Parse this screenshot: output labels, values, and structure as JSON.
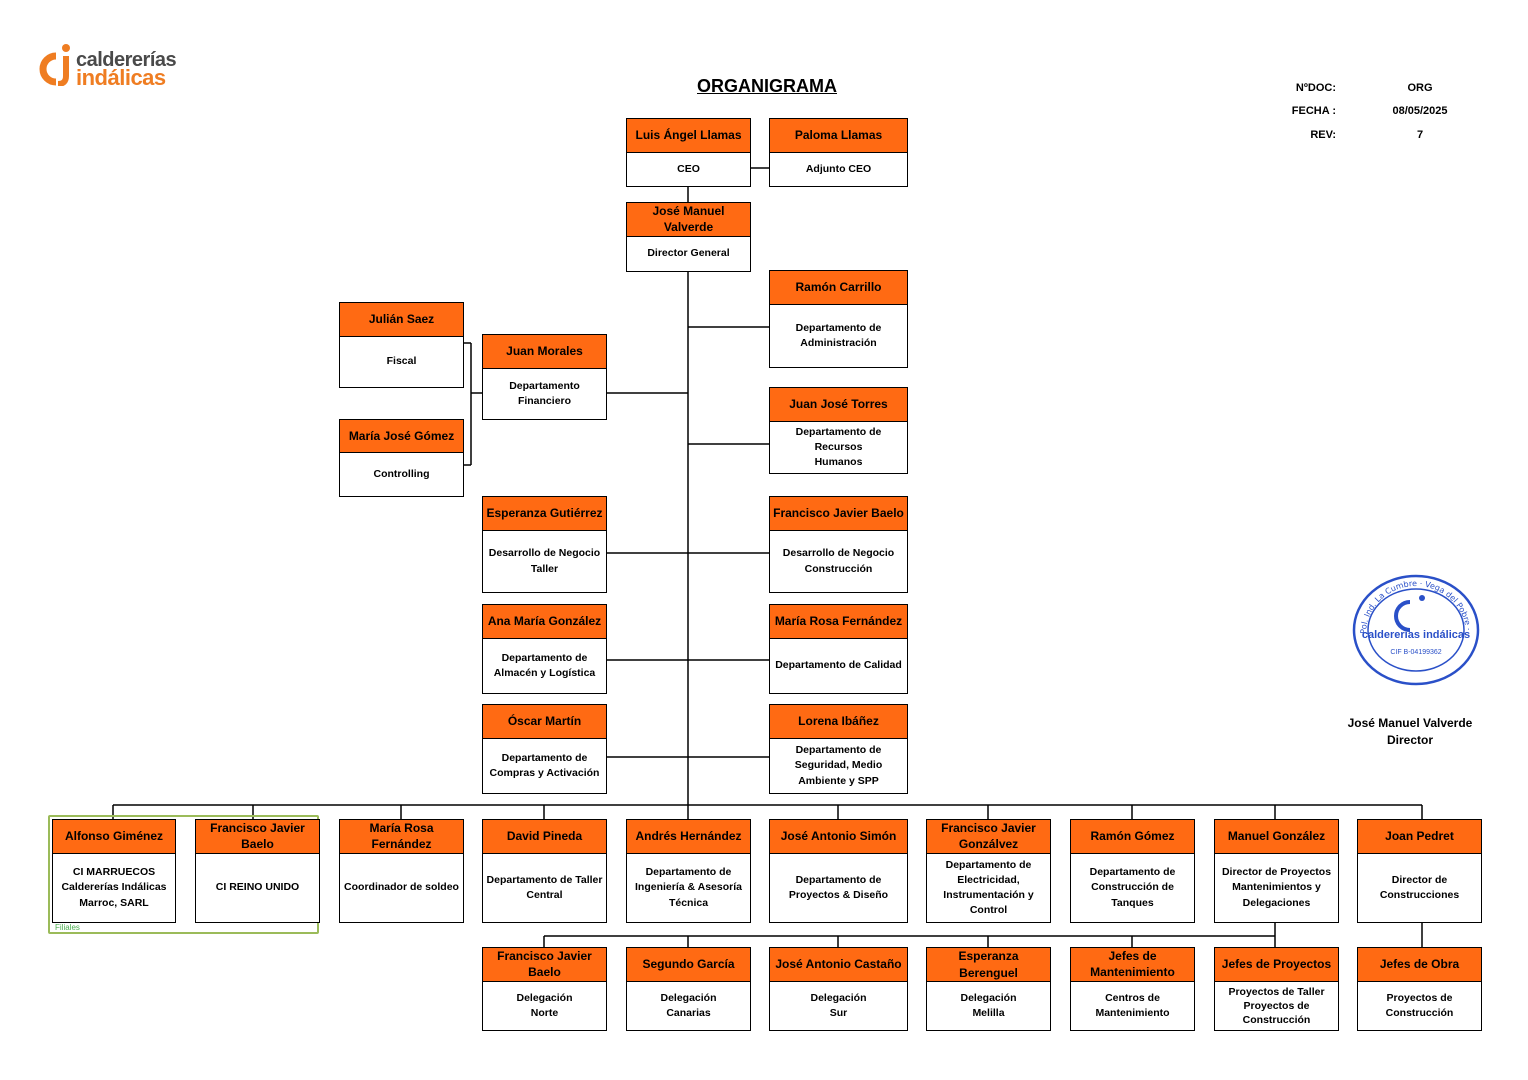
{
  "logo": {
    "word1": "caldererías",
    "word2": "indálicas"
  },
  "title": "ORGANIGRAMA",
  "doc_meta": [
    {
      "label": "NºDOC:",
      "value": "ORG"
    },
    {
      "label": "FECHA :",
      "value": "08/05/2025"
    },
    {
      "label": "REV:",
      "value": "7"
    }
  ],
  "nodes": {
    "ceo": {
      "name": "Luis Ángel Llamas",
      "role": "CEO"
    },
    "adjunto": {
      "name": "Paloma Llamas",
      "role": "Adjunto CEO"
    },
    "dg": {
      "name": "José Manuel\nValverde",
      "role": "Director General"
    },
    "fiscal": {
      "name": "Julián Saez",
      "role": "Fiscal"
    },
    "controlling": {
      "name": "María José Gómez",
      "role": "Controlling"
    },
    "financiero": {
      "name": "Juan Morales",
      "role": "Departamento\nFinanciero"
    },
    "administracion": {
      "name": "Ramón Carrillo",
      "role": "Departamento de\nAdministración"
    },
    "rrhh": {
      "name": "Juan José Torres",
      "role": "Departamento de Recursos\nHumanos"
    },
    "dn_taller": {
      "name": "Esperanza Gutiérrez",
      "role": "Desarrollo de Negocio\nTaller"
    },
    "dn_construccion": {
      "name": "Francisco Javier Baelo",
      "role": "Desarrollo de Negocio\nConstrucción"
    },
    "almacen": {
      "name": "Ana María González",
      "role": "Departamento de\nAlmacén y Logística"
    },
    "calidad": {
      "name": "María Rosa Fernández",
      "role": "Departamento de Calidad"
    },
    "compras": {
      "name": "Óscar Martín",
      "role": "Departamento de\nCompras y Activación"
    },
    "seguridad": {
      "name": "Lorena Ibáñez",
      "role": "Departamento de\nSeguridad, Medio\nAmbiente y SPP"
    },
    "marruecos": {
      "name": "Alfonso Giménez",
      "role": "CI MARRUECOS\nCaldererías Indálicas\nMarroc, SARL"
    },
    "reino_unido": {
      "name": "Francisco Javier\nBaelo",
      "role": "CI REINO UNIDO"
    },
    "soldeo": {
      "name": "María Rosa\nFernández",
      "role": "Coordinador de soldeo"
    },
    "taller": {
      "name": "David Pineda",
      "role": "Departamento de Taller\nCentral"
    },
    "ingenieria": {
      "name": "Andrés Hernández",
      "role": "Departamento de\nIngeniería & Asesoría\nTécnica"
    },
    "proyectos_diseno": {
      "name": "José Antonio Simón",
      "role": "Departamento de\nProyectos & Diseño"
    },
    "electricidad": {
      "name": "Francisco Javier\nGonzálvez",
      "role": "Departamento de\nElectricidad,\nInstrumentación y\nControl"
    },
    "tanques": {
      "name": "Ramón Gómez",
      "role": "Departamento de\nConstrucción de\nTanques"
    },
    "dir_proyectos": {
      "name": "Manuel González",
      "role": "Director de Proyectos\nMantenimientos y\nDelegaciones"
    },
    "dir_construcciones": {
      "name": "Joan Pedret",
      "role": "Director de\nConstrucciones"
    },
    "del_norte": {
      "name": "Francisco Javier\nBaelo",
      "role": "Delegación\nNorte"
    },
    "del_canarias": {
      "name": "Segundo García",
      "role": "Delegación\nCanarias"
    },
    "del_sur": {
      "name": "José Antonio Castaño",
      "role": "Delegación\nSur"
    },
    "del_melilla": {
      "name": "Esperanza Berenguel",
      "role": "Delegación\nMelilla"
    },
    "mantenimiento": {
      "name": "Jefes de\nMantenimiento",
      "role": "Centros de\nMantenimiento"
    },
    "jefes_proyectos": {
      "name": "Jefes de Proyectos",
      "role": "Proyectos de Taller\nProyectos de\nConstrucción"
    },
    "jefes_obra": {
      "name": "Jefes de Obra",
      "role": "Proyectos de\nConstrucción"
    }
  },
  "filiales_label": "Filiales",
  "stamp": {
    "top_text": "Pol. Ind. La Cumbre · Vega del Pobre · 04114",
    "mid_text": "caldererías indálicas",
    "cif": "CIF B-04199362"
  },
  "signer": {
    "name": "José Manuel Valverde",
    "title": "Director"
  }
}
